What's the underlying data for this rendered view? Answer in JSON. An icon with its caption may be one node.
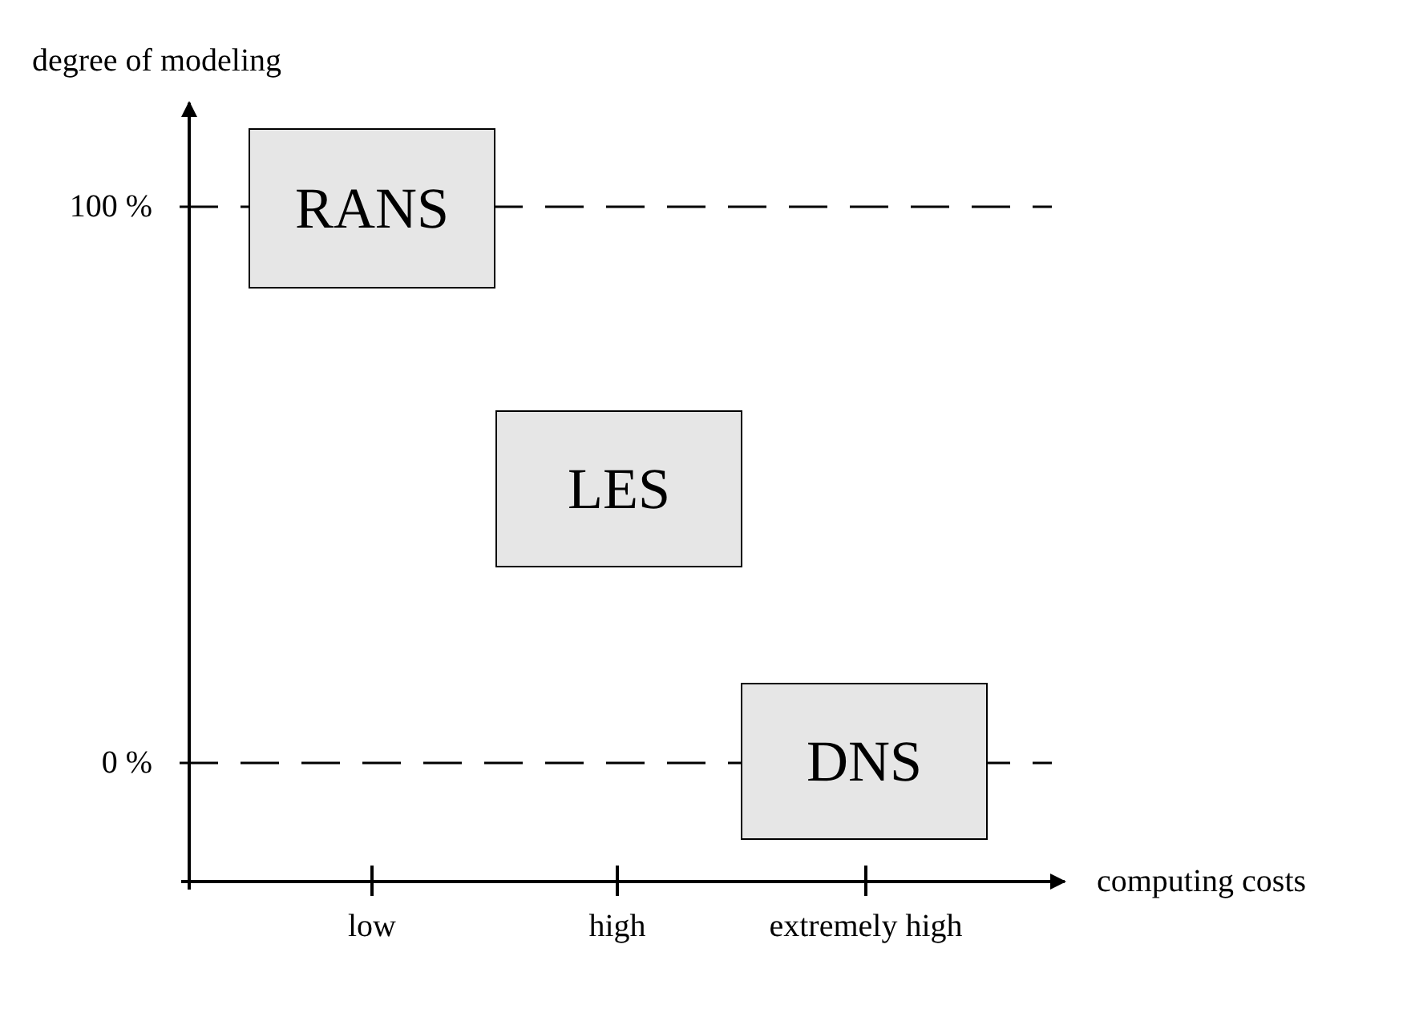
{
  "diagram": {
    "nodes": [
      {
        "text": [
          "RANS"
        ]
      },
      {
        "text": [
          "LES"
        ]
      },
      {
        "text": [
          "DNS"
        ]
      }
    ],
    "labels": [
      "degree of modeling",
      "100 %",
      "0 %",
      "computing costs",
      "low",
      "high",
      "extremely high"
    ]
  }
}
